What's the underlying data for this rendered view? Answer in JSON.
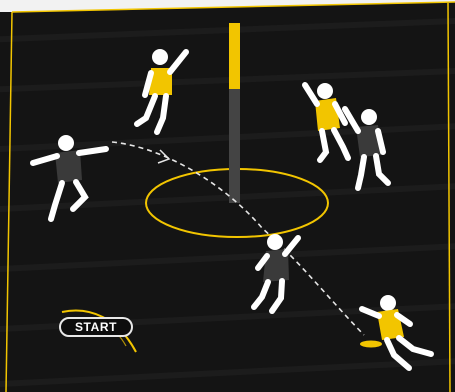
{
  "controls": {
    "start_label": "START"
  },
  "colors": {
    "accent_yellow": "#f2c500",
    "background": "#141414",
    "player_dark": "#3a3a3a",
    "player_yellow": "#f2c500",
    "figure_white": "#ffffff",
    "pole_gray": "#444444"
  },
  "scene": {
    "players": [
      {
        "id": "player-top-yellow",
        "shirt": "yellow"
      },
      {
        "id": "player-left-dark",
        "shirt": "dark"
      },
      {
        "id": "player-right-yellow",
        "shirt": "yellow"
      },
      {
        "id": "player-right-dark",
        "shirt": "dark"
      },
      {
        "id": "player-center-dark",
        "shirt": "dark"
      },
      {
        "id": "player-bottom-yellow",
        "shirt": "yellow"
      }
    ],
    "icons": [
      "start-icon-arc",
      "disc-icon"
    ]
  }
}
